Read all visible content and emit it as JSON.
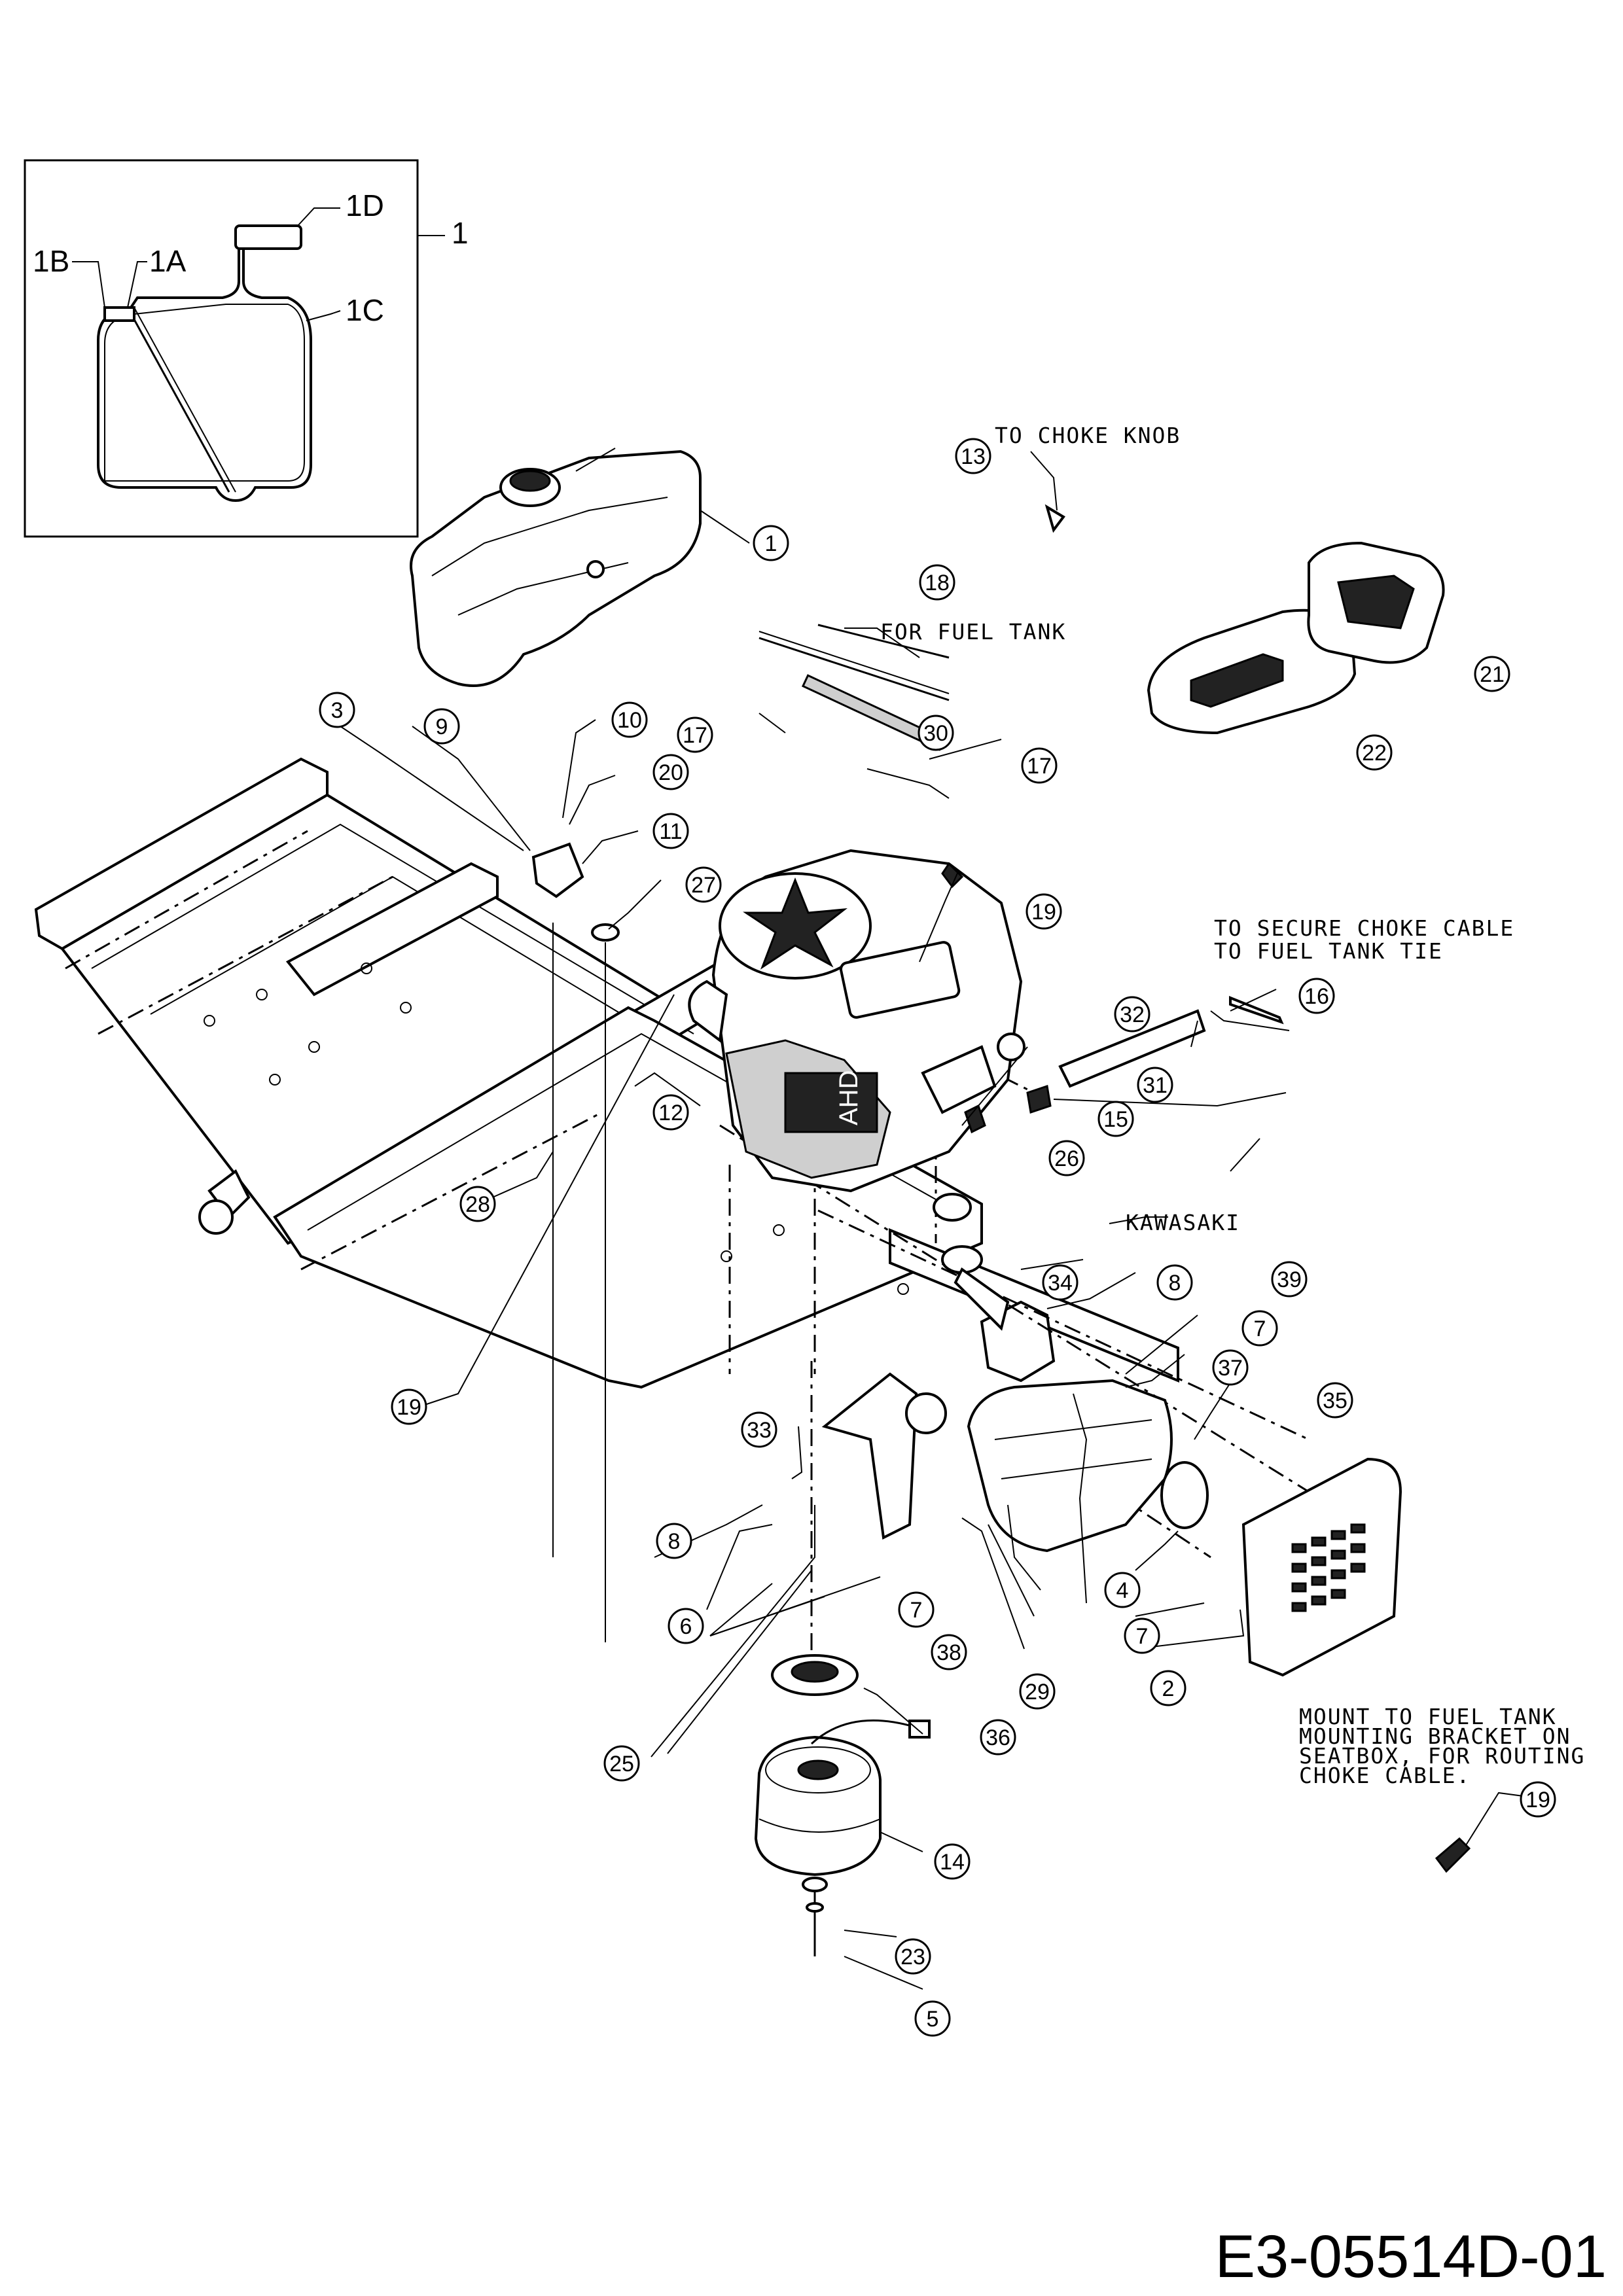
{
  "inset": {
    "labels": [
      "1",
      "1A",
      "1B",
      "1C",
      "1D"
    ]
  },
  "callouts": [
    "1",
    "2",
    "3",
    "4",
    "5",
    "6",
    "7",
    "8",
    "9",
    "10",
    "11",
    "12",
    "13",
    "14",
    "15",
    "16",
    "17",
    "18",
    "19",
    "20",
    "21",
    "22",
    "23",
    "25",
    "26",
    "27",
    "28",
    "29",
    "30",
    "31",
    "32",
    "33",
    "34",
    "35",
    "36",
    "37",
    "38",
    "39"
  ],
  "notes": {
    "choke_knob": "TO CHOKE KNOB",
    "fuel_tank": "FOR FUEL TANK",
    "secure_1": "TO SECURE CHOKE CABLE",
    "secure_2": "TO FUEL TANK TIE",
    "kawasaki": "KAWASAKI",
    "mount_1": "MOUNT TO FUEL TANK",
    "mount_2": "MOUNTING BRACKET ON",
    "mount_3": "SEATBOX, FOR ROUTING",
    "mount_4": "CHOKE CABLE.",
    "engine_badge": "AHD"
  },
  "document_number": "E3-05514D-01"
}
